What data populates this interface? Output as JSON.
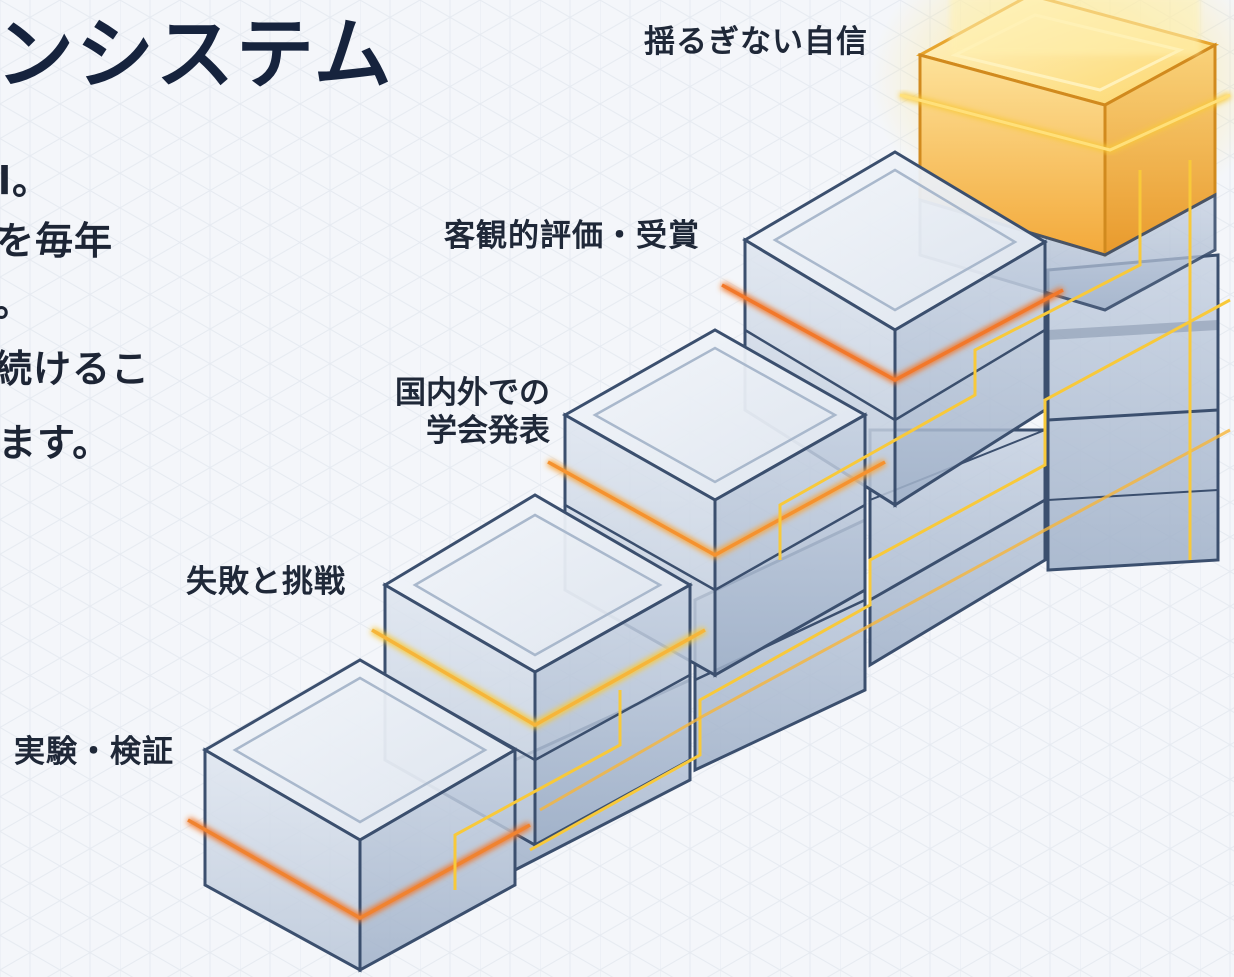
{
  "title": "ンシステム",
  "body_lines": [
    "l。",
    "を毎年",
    "。",
    "続けるこ",
    "ます。"
  ],
  "steps": [
    {
      "label": "実験・検証"
    },
    {
      "label": "失敗と挑戦"
    },
    {
      "label_lines": [
        "国内外での",
        "学会発表"
      ]
    },
    {
      "label": "客観的評価・受賞"
    },
    {
      "label": "揺るぎない自信"
    }
  ],
  "colors": {
    "background": "#f3f5f9",
    "grid": "#d9dee8",
    "block_edge": "#3b4f6e",
    "block_fill": "#c9d3e2",
    "glow_orange": "#f2782a",
    "glow_yellow": "#f8c93a",
    "top_gold": "#f7b733"
  }
}
